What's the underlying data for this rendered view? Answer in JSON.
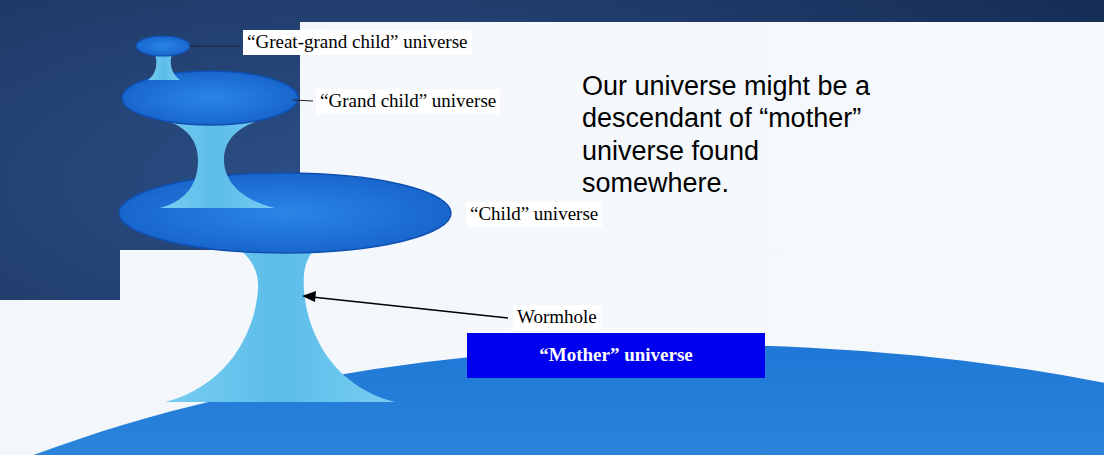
{
  "diagram": {
    "nodes": [
      {
        "text": [
          "“Mother” universe"
        ]
      }
    ],
    "labels": [
      "“Great-grand child” universe",
      "“Grand child” universe",
      "“Child” universe",
      "Wormhole",
      "Our universe might be a descendant of “mother” universe found somewhere."
    ]
  }
}
